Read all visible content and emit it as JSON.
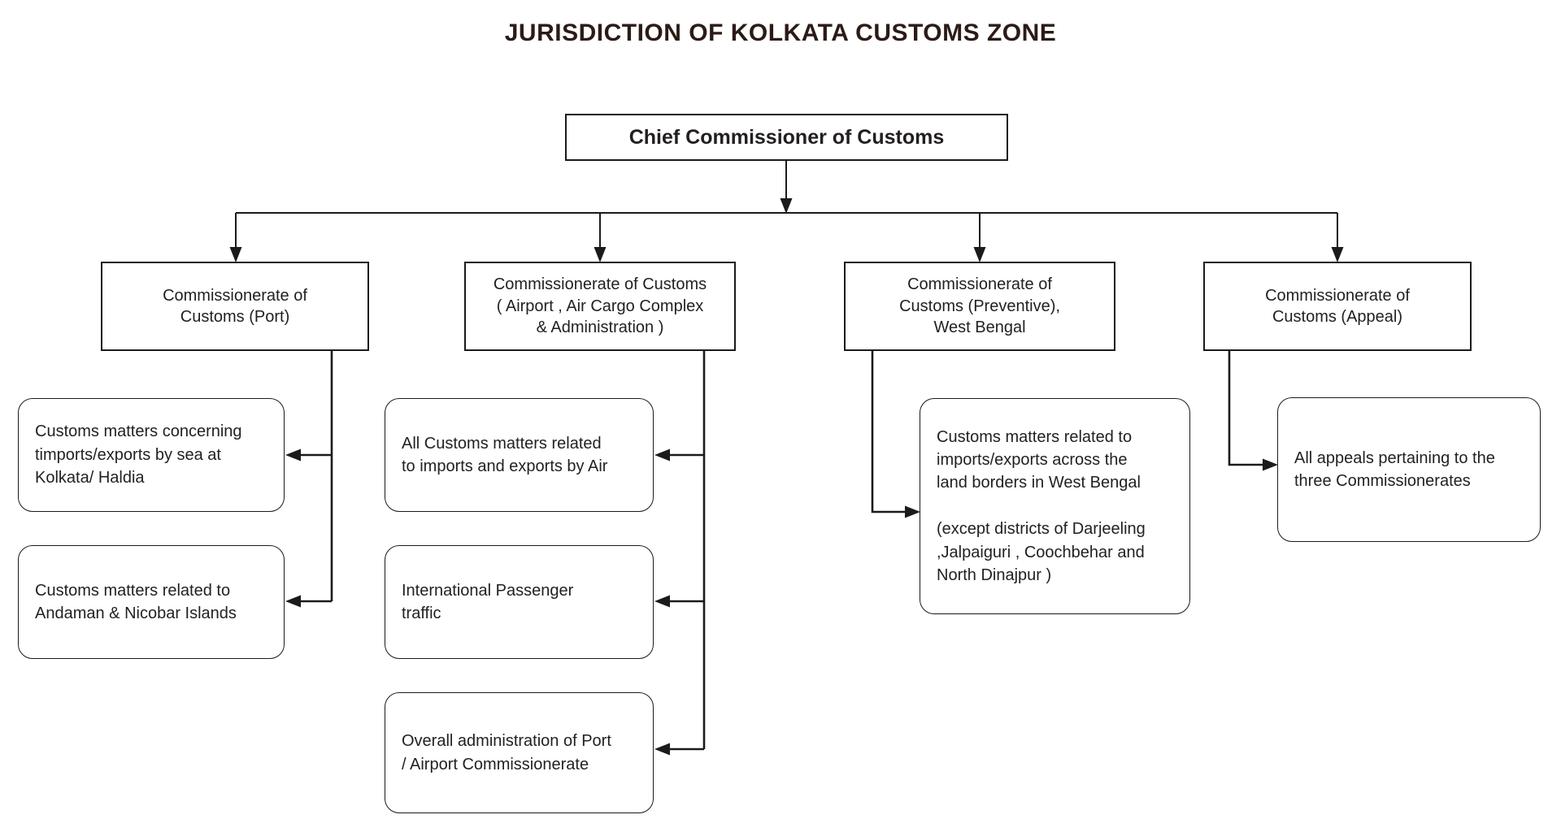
{
  "colors": {
    "ink": "#231f20",
    "title_ink": "#2b1b17",
    "line": "#1c1a1a",
    "box_bg": "#ffffff",
    "page_bg": "#ffffff"
  },
  "title": "JURISDICTION OF KOLKATA CUSTOMS ZONE",
  "root": {
    "label": "Chief Commissioner of Customs"
  },
  "branches": [
    {
      "label": "Commissionerate of\nCustoms (Port)",
      "children": [
        {
          "text": "Customs matters concerning\ntimports/exports by sea at\nKolkata/ Haldia"
        },
        {
          "text": "Customs matters related to\nAndaman & Nicobar Islands"
        }
      ]
    },
    {
      "label": "Commissionerate of Customs\n( Airport , Air Cargo Complex\n& Administration )",
      "children": [
        {
          "text": "All Customs matters related\nto imports and exports by Air"
        },
        {
          "text": "International Passenger\ntraffic"
        },
        {
          "text": "Overall administration of Port\n/ Airport Commissionerate"
        }
      ]
    },
    {
      "label": "Commissionerate of\nCustoms (Preventive),\nWest Bengal",
      "children": [
        {
          "text": "Customs matters related to\nimports/exports across the\nland borders in West Bengal\n\n(except districts of Darjeeling\n,Jalpaiguri , Coochbehar and\nNorth Dinajpur )"
        }
      ]
    },
    {
      "label": "Commissionerate of\nCustoms (Appeal)",
      "children": [
        {
          "text": "All appeals pertaining to the\nthree Commissionerates"
        }
      ]
    }
  ]
}
